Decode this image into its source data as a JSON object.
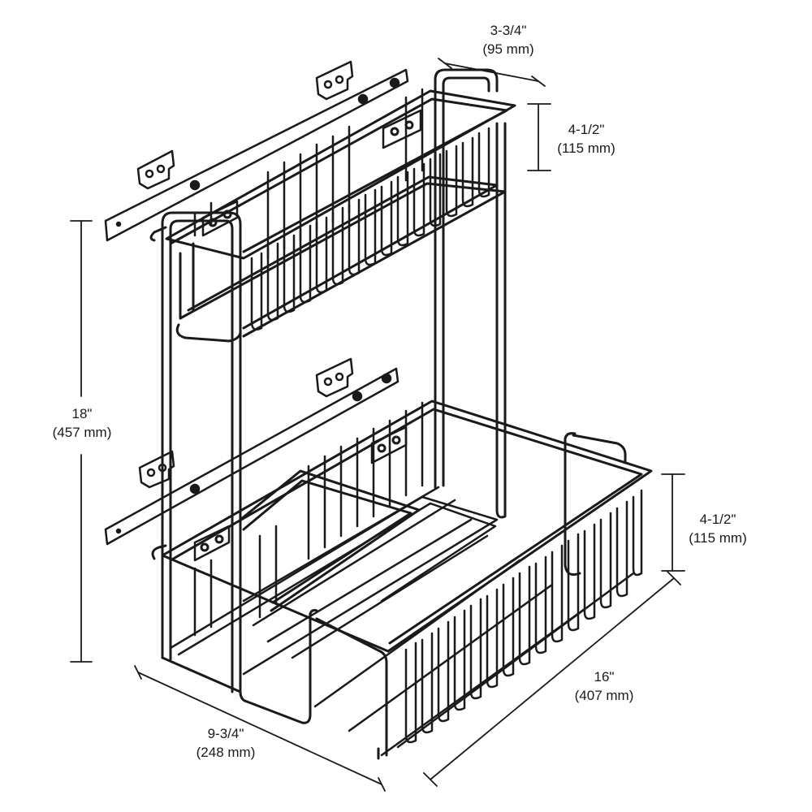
{
  "dimensions": {
    "top_depth": {
      "imperial": "3-3/4\"",
      "metric": "(95 mm)"
    },
    "top_height": {
      "imperial": "4-1/2\"",
      "metric": "(115 mm)"
    },
    "total_height": {
      "imperial": "18\"",
      "metric": "(457 mm)"
    },
    "bottom_height": {
      "imperial": "4-1/2\"",
      "metric": "(115 mm)"
    },
    "depth": {
      "imperial": "16\"",
      "metric": "(407 mm)"
    },
    "width": {
      "imperial": "9-3/4\"",
      "metric": "(248 mm)"
    }
  },
  "colors": {
    "line": "#1a1a1a",
    "text": "#1a1a1a",
    "background": "#ffffff"
  }
}
